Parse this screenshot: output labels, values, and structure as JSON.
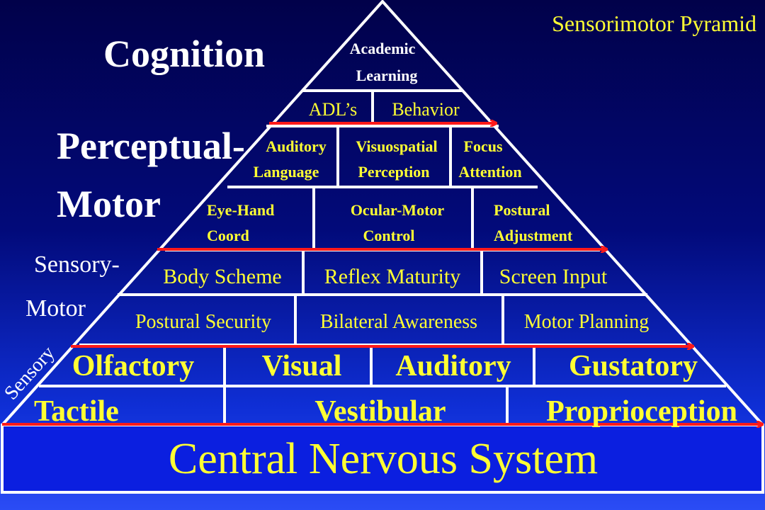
{
  "title": "Sensorimotor Pyramid",
  "side_labels": {
    "cognition": "Cognition",
    "perceptual_line1": "Perceptual-",
    "perceptual_line2": "Motor",
    "sensory_motor_line1": "Sensory-",
    "sensory_motor_line2": "Motor",
    "sensory": "Sensory"
  },
  "pyramid": {
    "academic_line1": "Academic",
    "academic_line2": "Learning",
    "adls": "ADL’s",
    "behavior": "Behavior",
    "auditory_line1": "Auditory",
    "auditory_line2": "Language",
    "visuospatial_line1": "Visuospatial",
    "visuospatial_line2": "Perception",
    "focus_line1": "Focus",
    "focus_line2": "Attention",
    "eyehand_line1": "Eye-Hand",
    "eyehand_line2": "Coord",
    "ocular_line1": "Ocular-Motor",
    "ocular_line2": "Control",
    "postural_line1": "Postural",
    "postural_line2": "Adjustment",
    "body_scheme": "Body Scheme",
    "reflex_maturity": "Reflex Maturity",
    "screen_input": "Screen Input",
    "postural_security": "Postural Security",
    "bilateral_awareness": "Bilateral Awareness",
    "motor_planning": "Motor Planning",
    "olfactory": "Olfactory",
    "visual": "Visual",
    "auditory": "Auditory",
    "gustatory": "Gustatory",
    "tactile": "Tactile",
    "vestibular": "Vestibular",
    "proprioception": "Proprioception",
    "base": "Central Nervous System"
  },
  "colors": {
    "text_yellow": "#ffff33",
    "text_white": "#ffffff",
    "arrow_red": "#ff1a1a",
    "line_white": "#ffffff",
    "base_blue": "#0b1fe0"
  }
}
